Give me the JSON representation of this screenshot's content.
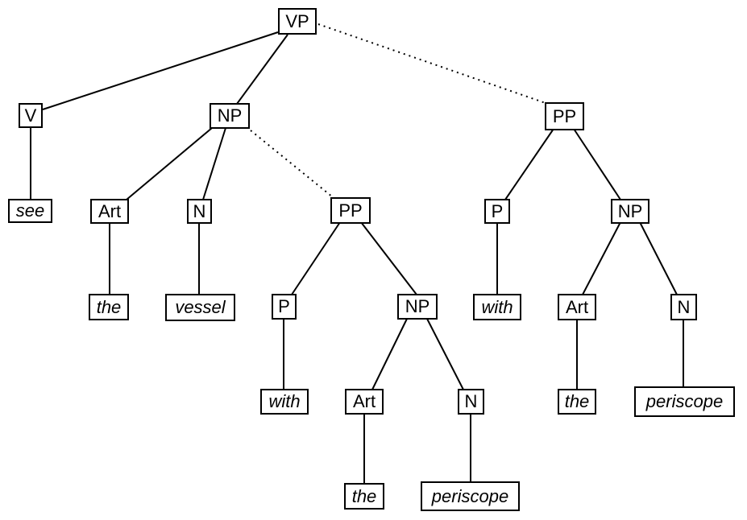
{
  "figure": {
    "type": "syntax-parse-tree",
    "root_label": "VP",
    "sentence": "see the vessel with the periscope",
    "note_dotted_edges": "alternative PP attachment shown with dotted lines"
  },
  "colors": {
    "background": "#ffffff",
    "box_fill": "#ffffff",
    "box_border": "#000000",
    "line": "#000000",
    "text": "#000000"
  },
  "nodes": [
    {
      "id": "vp",
      "label": "VP",
      "terminal": false
    },
    {
      "id": "v",
      "label": "V",
      "terminal": false
    },
    {
      "id": "np-left",
      "label": "NP",
      "terminal": false
    },
    {
      "id": "pp-right",
      "label": "PP",
      "terminal": false
    },
    {
      "id": "see",
      "label": "see",
      "terminal": true
    },
    {
      "id": "art-left",
      "label": "Art",
      "terminal": false
    },
    {
      "id": "n-left",
      "label": "N",
      "terminal": false
    },
    {
      "id": "pp-mid",
      "label": "PP",
      "terminal": false
    },
    {
      "id": "the-left",
      "label": "the",
      "terminal": true
    },
    {
      "id": "vessel",
      "label": "vessel",
      "terminal": true
    },
    {
      "id": "p-mid",
      "label": "P",
      "terminal": false
    },
    {
      "id": "np-mid",
      "label": "NP",
      "terminal": false
    },
    {
      "id": "p-right",
      "label": "P",
      "terminal": false
    },
    {
      "id": "np-right",
      "label": "NP",
      "terminal": false
    },
    {
      "id": "with-mid",
      "label": "with",
      "terminal": true
    },
    {
      "id": "art-mid",
      "label": "Art",
      "terminal": false
    },
    {
      "id": "n-mid",
      "label": "N",
      "terminal": false
    },
    {
      "id": "with-right",
      "label": "with",
      "terminal": true
    },
    {
      "id": "art-right",
      "label": "Art",
      "terminal": false
    },
    {
      "id": "n-right",
      "label": "N",
      "terminal": false
    },
    {
      "id": "the-mid",
      "label": "the",
      "terminal": true
    },
    {
      "id": "periscope-mid",
      "label": "periscope",
      "terminal": true
    },
    {
      "id": "the-right",
      "label": "the",
      "terminal": true
    },
    {
      "id": "periscope-right",
      "label": "periscope",
      "terminal": true
    }
  ],
  "edges": [
    {
      "from": "vp",
      "to": "v",
      "line": "solid"
    },
    {
      "from": "vp",
      "to": "np-left",
      "line": "solid"
    },
    {
      "from": "vp",
      "to": "pp-right",
      "line": "dotted"
    },
    {
      "from": "v",
      "to": "see",
      "line": "solid"
    },
    {
      "from": "np-left",
      "to": "art-left",
      "line": "solid"
    },
    {
      "from": "np-left",
      "to": "n-left",
      "line": "solid"
    },
    {
      "from": "np-left",
      "to": "pp-mid",
      "line": "dotted"
    },
    {
      "from": "art-left",
      "to": "the-left",
      "line": "solid"
    },
    {
      "from": "n-left",
      "to": "vessel",
      "line": "solid"
    },
    {
      "from": "pp-mid",
      "to": "p-mid",
      "line": "solid"
    },
    {
      "from": "pp-mid",
      "to": "np-mid",
      "line": "solid"
    },
    {
      "from": "p-mid",
      "to": "with-mid",
      "line": "solid"
    },
    {
      "from": "np-mid",
      "to": "art-mid",
      "line": "solid"
    },
    {
      "from": "np-mid",
      "to": "n-mid",
      "line": "solid"
    },
    {
      "from": "art-mid",
      "to": "the-mid",
      "line": "solid"
    },
    {
      "from": "n-mid",
      "to": "periscope-mid",
      "line": "solid"
    },
    {
      "from": "pp-right",
      "to": "p-right",
      "line": "solid"
    },
    {
      "from": "pp-right",
      "to": "np-right",
      "line": "solid"
    },
    {
      "from": "p-right",
      "to": "with-right",
      "line": "solid"
    },
    {
      "from": "np-right",
      "to": "art-right",
      "line": "solid"
    },
    {
      "from": "np-right",
      "to": "n-right",
      "line": "solid"
    },
    {
      "from": "art-right",
      "to": "the-right",
      "line": "solid"
    },
    {
      "from": "n-right",
      "to": "periscope-right",
      "line": "solid"
    }
  ]
}
